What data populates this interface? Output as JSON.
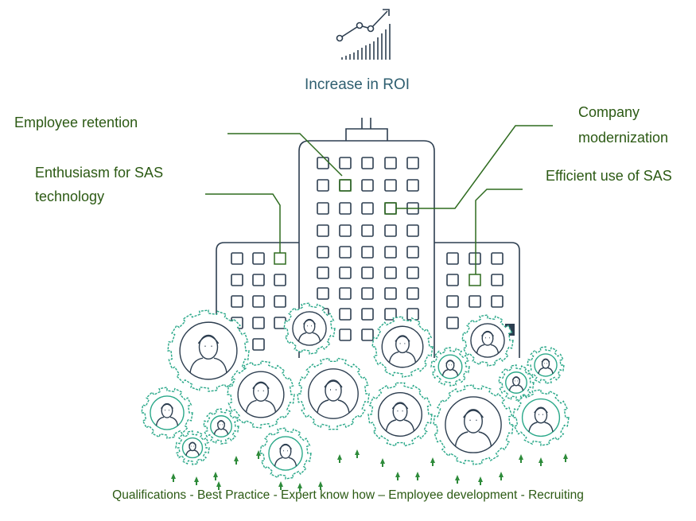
{
  "header": {
    "roi_label": "Increase in ROI",
    "icon": "trend-chart-icon"
  },
  "callouts": {
    "employee_retention": "Employee retention",
    "enthusiasm_line1": "Enthusiasm for SAS",
    "enthusiasm_line2": "technology",
    "company_line1": "Company",
    "company_line2": "modernization",
    "efficient_use": "Efficient use of SAS"
  },
  "footer": {
    "text": "Qualifications - Best Practice - Expert know how – Employee development - Recruiting"
  },
  "colors": {
    "navy": "#2d3e50",
    "green": "#2e6b1f",
    "teal": "#2aa889",
    "text_green": "#2c5a14",
    "roi_blue": "#2f5f70"
  }
}
